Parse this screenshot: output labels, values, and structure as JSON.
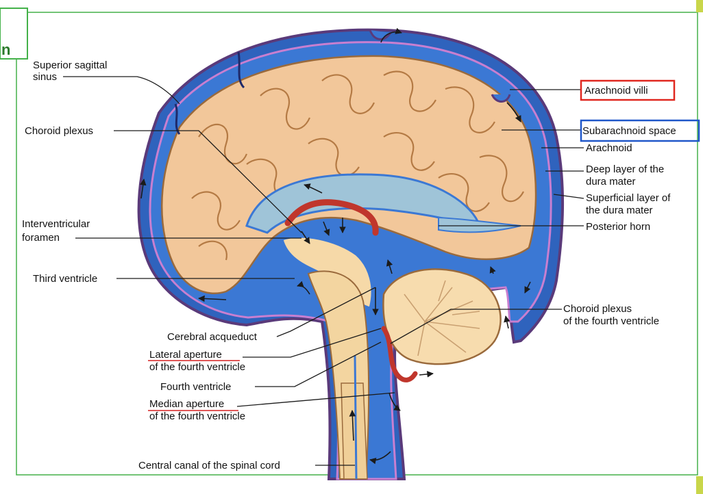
{
  "colors": {
    "highlight_red": "#e0271f",
    "highlight_blue": "#1f57c9",
    "frame_green": "#43b149",
    "accent_bar": "#c9d64a",
    "underline_red": "#d61f1f",
    "csf_blue": "#2f63bd",
    "brain": "#f2c79a"
  },
  "corner_fragment": "n",
  "labels": {
    "superior_sagittal_sinus": [
      "Superior sagittal",
      "sinus"
    ],
    "choroid_plexus": "Choroid plexus",
    "interventricular_foramen": [
      "Interventricular",
      "foramen"
    ],
    "third_ventricle": "Third ventricle",
    "cerebral_aqueduct": "Cerebral acqueduct",
    "lateral_aperture": [
      "Lateral aperture",
      "of the fourth ventricle"
    ],
    "fourth_ventricle": "Fourth ventricle",
    "median_aperture": [
      "Median aperture",
      "of the fourth ventricle"
    ],
    "central_canal": "Central canal of the spinal cord",
    "arachnoid_villi": "Arachnoid villi",
    "subarachnoid_space": "Subarachnoid space",
    "arachnoid": "Arachnoid",
    "deep_dura": [
      "Deep layer of the",
      "dura mater"
    ],
    "superficial_dura": [
      "Superficial layer of",
      "the dura mater"
    ],
    "posterior_horn": "Posterior horn",
    "choroid_plexus_fourth": [
      "Choroid plexus",
      "of the fourth ventricle"
    ]
  }
}
